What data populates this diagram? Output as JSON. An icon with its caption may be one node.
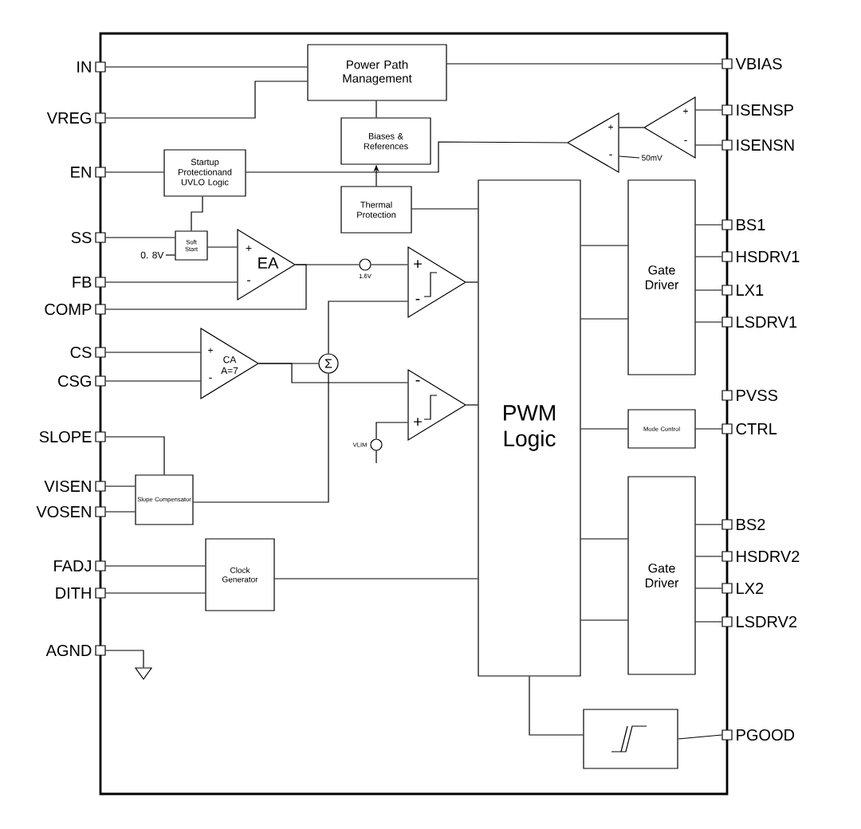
{
  "diagram": {
    "nodes": [
      {
        "text": [
          "IN"
        ]
      },
      {
        "text": [
          "VREG"
        ]
      },
      {
        "text": [
          "EN"
        ]
      },
      {
        "text": [
          "SS"
        ]
      },
      {
        "text": [
          "FB"
        ]
      },
      {
        "text": [
          "COMP"
        ]
      },
      {
        "text": [
          "CS"
        ]
      },
      {
        "text": [
          "CSG"
        ]
      },
      {
        "text": [
          "SLOPE"
        ]
      },
      {
        "text": [
          "VISEN"
        ]
      },
      {
        "text": [
          "VOSEN"
        ]
      },
      {
        "text": [
          "FADJ"
        ]
      },
      {
        "text": [
          "DITH"
        ]
      },
      {
        "text": [
          "AGND"
        ]
      },
      {
        "text": [
          "Power Path Management"
        ]
      },
      {
        "text": [
          "Biases & References"
        ]
      },
      {
        "text": [
          "Startup Protectionand UVLO Logic"
        ]
      },
      {
        "text": [
          "Thermal Protection"
        ]
      },
      {
        "text": [
          "Soft Start"
        ]
      },
      {
        "text": [
          "0. 8V"
        ]
      },
      {
        "text": [
          "+",
          "-",
          "EA"
        ]
      },
      {
        "text": [],
        "shape": "circle",
        "beside": [
          "1.6V"
        ]
      },
      {
        "text": [
          "+",
          "-"
        ]
      },
      {
        "text": [
          "+",
          "-",
          "CA A=7"
        ]
      },
      {
        "text": [
          "Σ"
        ]
      },
      {
        "text": [
          "-",
          "+"
        ]
      },
      {
        "text": [],
        "shape": "circle",
        "beside": [
          "VLIM"
        ]
      },
      {
        "text": [
          "Slope Compensator"
        ]
      },
      {
        "text": [
          "Clock Generator"
        ]
      },
      {
        "text": [],
        "shape": "ground"
      },
      {
        "text": [
          "+",
          "-"
        ]
      },
      {
        "text": [
          "+",
          "-"
        ]
      },
      {
        "text": [
          "50mV"
        ]
      },
      {
        "text": [
          "PWM Logic"
        ]
      },
      {
        "text": [
          "Gate Driver"
        ]
      },
      {
        "text": [
          "Mode Control"
        ]
      },
      {
        "text": [
          "Gate Driver"
        ]
      },
      {
        "text": [],
        "shape": "box"
      },
      {
        "text": [
          "VBIAS"
        ]
      },
      {
        "text": [
          "ISENSP"
        ]
      },
      {
        "text": [
          "ISENSN"
        ]
      },
      {
        "text": [
          "BS1"
        ]
      },
      {
        "text": [
          "HSDRV1"
        ]
      },
      {
        "text": [
          "LX1"
        ]
      },
      {
        "text": [
          "LSDRV1"
        ]
      },
      {
        "text": [
          "PVSS"
        ]
      },
      {
        "text": [
          "CTRL"
        ]
      },
      {
        "text": [
          "BS2"
        ]
      },
      {
        "text": [
          "HSDRV2"
        ]
      },
      {
        "text": [
          "LX2"
        ]
      },
      {
        "text": [
          "LSDRV2"
        ]
      },
      {
        "text": [
          "PGOOD"
        ]
      }
    ],
    "edges": [
      {
        "from": 0,
        "to": 14,
        "arrow": "none"
      },
      {
        "from": 1,
        "to": 14,
        "arrow": "none"
      },
      {
        "from": 14,
        "to": 38,
        "arrow": "none"
      },
      {
        "from": 14,
        "to": 15,
        "arrow": "none"
      },
      {
        "from": 17,
        "to": 15,
        "arrow": "to"
      },
      {
        "from": 2,
        "to": 16,
        "arrow": "none"
      },
      {
        "from": 31,
        "to": 16,
        "arrow": "none"
      },
      {
        "from": 17,
        "to": 33,
        "arrow": "none"
      },
      {
        "from": 39,
        "to": 30,
        "arrow": "none"
      },
      {
        "from": 40,
        "to": 30,
        "arrow": "none"
      },
      {
        "from": 30,
        "to": 31,
        "arrow": "none"
      },
      {
        "from": 32,
        "to": 31,
        "arrow": "none"
      },
      {
        "from": 3,
        "to": 18,
        "arrow": "none"
      },
      {
        "from": 19,
        "to": 18,
        "arrow": "none"
      },
      {
        "from": 16,
        "to": 18,
        "arrow": "none"
      },
      {
        "from": 18,
        "to": 20,
        "arrow": "none"
      },
      {
        "from": 4,
        "to": 20,
        "arrow": "none"
      },
      {
        "from": 20,
        "to": 21,
        "arrow": "none"
      },
      {
        "from": 21,
        "to": 22,
        "arrow": "none"
      },
      {
        "from": 20,
        "to": 5,
        "arrow": "none"
      },
      {
        "from": 6,
        "to": 23,
        "arrow": "none"
      },
      {
        "from": 7,
        "to": 23,
        "arrow": "none"
      },
      {
        "from": 23,
        "to": 24,
        "arrow": "none"
      },
      {
        "from": 23,
        "to": 25,
        "arrow": "none"
      },
      {
        "from": 24,
        "to": 22,
        "arrow": "none"
      },
      {
        "from": 27,
        "to": 24,
        "arrow": "none"
      },
      {
        "from": 26,
        "to": 25,
        "arrow": "none"
      },
      {
        "from": 22,
        "to": 33,
        "arrow": "none"
      },
      {
        "from": 25,
        "to": 33,
        "arrow": "none"
      },
      {
        "from": 8,
        "to": 27,
        "arrow": "none"
      },
      {
        "from": 9,
        "to": 27,
        "arrow": "none"
      },
      {
        "from": 10,
        "to": 27,
        "arrow": "none"
      },
      {
        "from": 11,
        "to": 28,
        "arrow": "none"
      },
      {
        "from": 12,
        "to": 28,
        "arrow": "none"
      },
      {
        "from": 28,
        "to": 33,
        "arrow": "none"
      },
      {
        "from": 13,
        "to": 29,
        "arrow": "none"
      },
      {
        "from": 33,
        "to": 34,
        "arrow": "none"
      },
      {
        "from": 33,
        "to": 34,
        "arrow": "none"
      },
      {
        "from": 34,
        "to": 41,
        "arrow": "none"
      },
      {
        "from": 34,
        "to": 42,
        "arrow": "none"
      },
      {
        "from": 34,
        "to": 43,
        "arrow": "none"
      },
      {
        "from": 34,
        "to": 44,
        "arrow": "none"
      },
      {
        "from": 33,
        "to": 35,
        "arrow": "none"
      },
      {
        "from": 35,
        "to": 46,
        "arrow": "none"
      },
      {
        "from": 33,
        "to": 36,
        "arrow": "none"
      },
      {
        "from": 33,
        "to": 36,
        "arrow": "none"
      },
      {
        "from": 36,
        "to": 47,
        "arrow": "none"
      },
      {
        "from": 36,
        "to": 48,
        "arrow": "none"
      },
      {
        "from": 36,
        "to": 49,
        "arrow": "none"
      },
      {
        "from": 36,
        "to": 50,
        "arrow": "none"
      },
      {
        "from": 33,
        "to": 37,
        "arrow": "none"
      },
      {
        "from": 37,
        "to": 51,
        "arrow": "none"
      }
    ]
  }
}
